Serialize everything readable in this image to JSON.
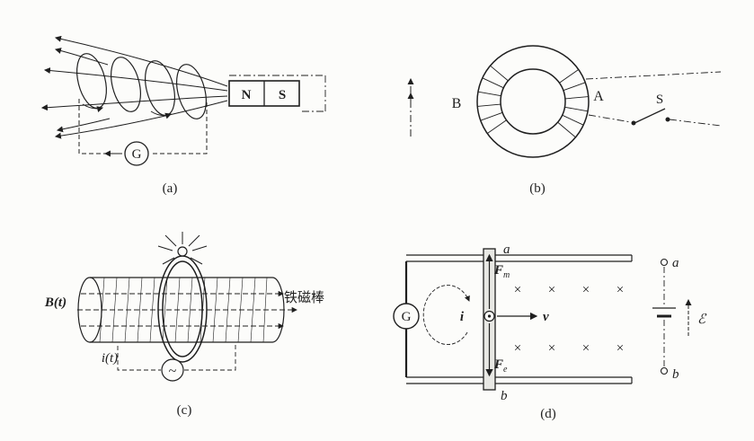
{
  "page": {
    "background": "#fcfcfa",
    "ink": "#1f1f1f"
  },
  "panel_a": {
    "magnet_north": "N",
    "magnet_south": "S",
    "galvanometer": "G",
    "caption": "(a)"
  },
  "panel_b": {
    "winding_left": "B",
    "winding_right": "A",
    "switch": "S",
    "caption": "(b)"
  },
  "panel_c": {
    "field": "B(t)",
    "current": "i(t)",
    "source": "~",
    "rod": "铁磁棒",
    "caption": "(c)"
  },
  "panel_d": {
    "galvanometer": "G",
    "current": "i",
    "velocity": "v",
    "force_symbol": "F",
    "force_m_sub": "m",
    "force_e_sub": "e",
    "rail_top": "a",
    "rail_bottom": "b",
    "terminal_top": "a",
    "terminal_bottom": "b",
    "emf": "ℰ",
    "times": "×",
    "caption": "(d)"
  }
}
